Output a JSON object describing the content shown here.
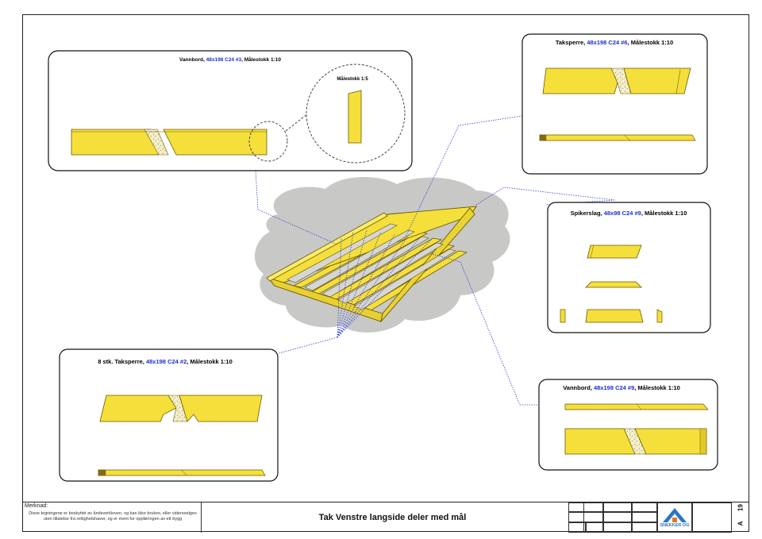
{
  "title": "Tak Venstre langside deler med mål",
  "panels": {
    "top_left": {
      "label_prefix": "Vannbord, ",
      "label_spec": "48x198 C24 #3",
      "label_suffix": ", Målestokk 1:10",
      "detail_label": "Målestokk 1:5"
    },
    "top_right": {
      "label_prefix": "Taksperre, ",
      "label_spec": "48x198 C24 #6",
      "label_suffix": ", Målestokk 1:10"
    },
    "mid_right": {
      "label_prefix": "Spikerslag, ",
      "label_spec": "48x98 C24 #9",
      "label_suffix": ", Målestokk 1:10"
    },
    "bottom_right": {
      "label_prefix": "Vannbord, ",
      "label_spec": "48x198 C24 #9",
      "label_suffix": ", Målestokk 1:10"
    },
    "bottom_left": {
      "label_prefix": "8 stk. Taksperre, ",
      "label_spec": "48x198 C24 #2",
      "label_suffix": ", Målestokk 1:10"
    }
  },
  "title_block": {
    "remark_label": "Merknad:",
    "remark_text": "Disse tegningene er beskyttet av åndsverkloven, og kan ikke brukes, eller videreselges uten tillatelse fra rettighetshaver, og er ment for oppføringen av ett bygg",
    "sheet_number": "19",
    "revision": "A",
    "logo_text": "SNEKKER OG"
  },
  "colors": {
    "wood": "#F5DF3A",
    "wood_stroke": "#6b5a00",
    "leader": "#2f3fe0",
    "spec_text": "#1f2fd6",
    "cloud": "#c8c8c6"
  }
}
